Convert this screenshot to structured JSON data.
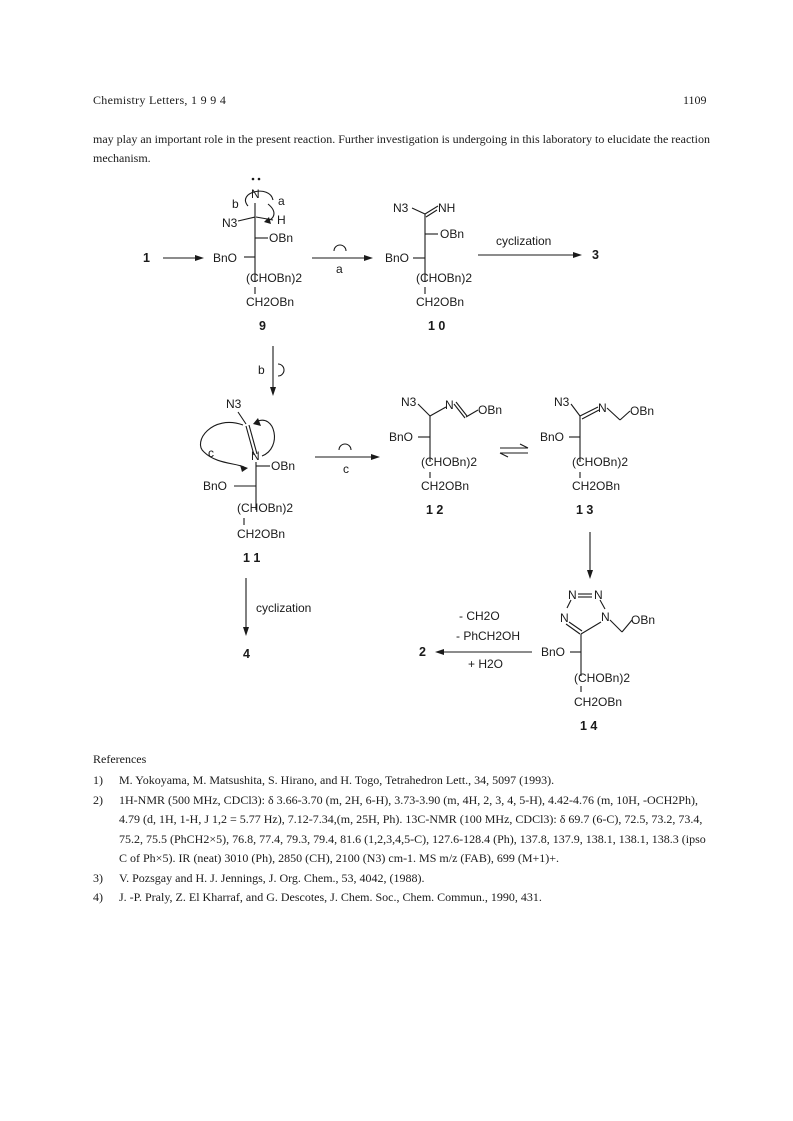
{
  "header": {
    "journal": "Chemistry Letters, 1 9 9 4",
    "page": "1109"
  },
  "intro": "may play an important role in the present reaction.  Further investigation is undergoing in this laboratory to elucidate the reaction mechanism.",
  "scheme": {
    "start": "1",
    "c9": {
      "arrow_b": "b",
      "arrow_a": "a",
      "n": "N",
      "h": "H",
      "n3": "N3",
      "obn": "OBn",
      "bno": "BnO",
      "chain": "(CHOBn)2",
      "ch2": "CH2OBn",
      "label": "9"
    },
    "step_a": "a",
    "c10": {
      "n3": "N3",
      "nh": "NH",
      "obn": "OBn",
      "bno": "BnO",
      "chain": "(CHOBn)2",
      "ch2": "CH2OBn",
      "label": "1 0"
    },
    "cyclization_top": "cyclization",
    "product_3": "3",
    "step_b": "b",
    "c11": {
      "n3": "N3",
      "n": "N",
      "c": "c",
      "obn": "OBn",
      "bno": "BnO",
      "chain": "(CHOBn)2",
      "ch2": "CH2OBn",
      "label": "1 1"
    },
    "step_c": "c",
    "c12": {
      "n3": "N3",
      "n": "N",
      "obn": "OBn",
      "bno": "BnO",
      "chain": "(CHOBn)2",
      "ch2": "CH2OBn",
      "label": "1 2"
    },
    "c13": {
      "n3": "N3",
      "n": "N",
      "obn": "OBn",
      "bno": "BnO",
      "chain": "(CHOBn)2",
      "ch2": "CH2OBn",
      "label": "1 3"
    },
    "cyclization_bottom": "cyclization",
    "product_4": "4",
    "c14": {
      "n1": "N",
      "n2": "N",
      "n3": "N",
      "n4": "N",
      "obn": "OBn",
      "bno": "BnO",
      "chain": "(CHOBn)2",
      "ch2": "CH2OBn",
      "label": "1 4"
    },
    "loss_1": "- CH2O",
    "loss_2": "- PhCH2OH",
    "gain": "+ H2O",
    "product_2": "2"
  },
  "references": {
    "title": "References",
    "items": [
      {
        "num": "1)",
        "text": "M. Yokoyama, M. Matsushita, S. Hirano, and H. Togo, Tetrahedron Lett., 34, 5097 (1993)."
      },
      {
        "num": "2)",
        "text": "1H-NMR (500 MHz, CDCl3): δ 3.66-3.70 (m, 2H, 6-H), 3.73-3.90 (m, 4H, 2, 3, 4, 5-H), 4.42-4.76 (m, 10H, -OCH2Ph), 4.79 (d, 1H, 1-H, J 1,2 = 5.77 Hz), 7.12-7.34,(m, 25H, Ph). 13C-NMR (100 MHz, CDCl3): δ 69.7 (6-C), 72.5, 73.2, 73.4, 75.2, 75.5 (PhCH2×5), 76.8, 77.4, 79.3, 79.4, 81.6 (1,2,3,4,5-C), 127.6-128.4 (Ph), 137.8, 137.9, 138.1, 138.1, 138.3 (ipso C of Ph×5). IR (neat) 3010 (Ph), 2850 (CH), 2100 (N3) cm-1. MS m/z (FAB), 699 (M+1)+."
      },
      {
        "num": "3)",
        "text": "V. Pozsgay and H. J. Jennings, J. Org. Chem., 53, 4042, (1988)."
      },
      {
        "num": "4)",
        "text": "J. -P. Praly, Z. El Kharraf, and G. Descotes, J. Chem. Soc., Chem. Commun., 1990, 431."
      }
    ]
  }
}
